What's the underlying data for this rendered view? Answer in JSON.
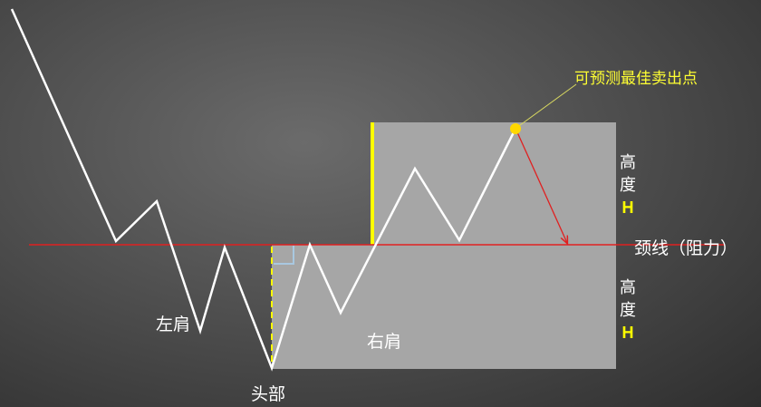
{
  "labels": {
    "left_shoulder": "左肩",
    "head": "头部",
    "right_shoulder": "右肩",
    "neckline": "颈线（阻力）",
    "predicted_sell_point": "可预测最佳卖出点"
  },
  "height_label_upper": {
    "chars": [
      "高",
      "度"
    ],
    "symbol": "H"
  },
  "height_label_lower": {
    "chars": [
      "高",
      "度"
    ],
    "symbol": "H"
  },
  "colors": {
    "background": "#4a4a4a",
    "box_fill": "#a6a6a6",
    "price_line": "#ffffff",
    "neckline": "#e02020",
    "height_marker": "#ffff00",
    "callout_text": "#ffff33",
    "right_angle_marker": "#a9c8e0"
  }
}
